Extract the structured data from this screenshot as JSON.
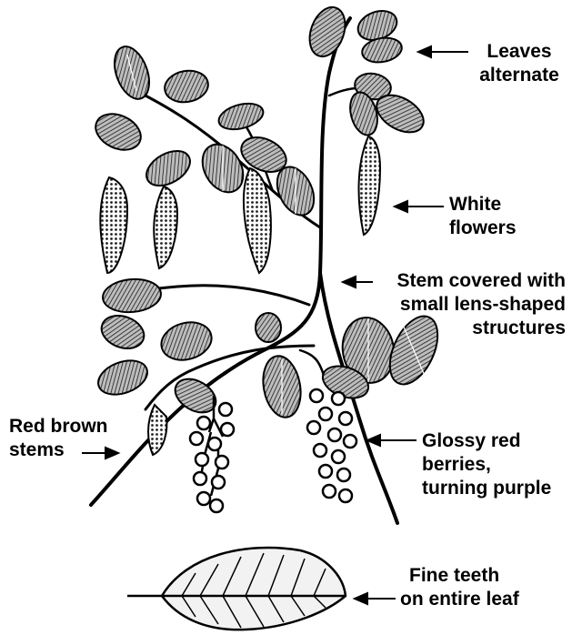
{
  "labels": {
    "leaves": [
      "Leaves",
      "alternate"
    ],
    "flowers": [
      "White",
      "flowers"
    ],
    "stem": [
      "Stem covered with",
      "small lens-shaped",
      "structures"
    ],
    "red_stems": [
      "Red brown",
      "stems"
    ],
    "berries": [
      "Glossy red",
      "berries,",
      "turning purple"
    ],
    "teeth": [
      "Fine teeth",
      "on entire leaf"
    ]
  },
  "colors": {
    "ink": "#000000",
    "paper": "#ffffff",
    "leaf_shade": "#8c8c8c",
    "leaf_dark": "#3a3a3a"
  },
  "icons": [
    "leaf-icon",
    "flower-cluster-icon",
    "berry-icon",
    "arrow-left-icon",
    "arrow-right-icon"
  ]
}
